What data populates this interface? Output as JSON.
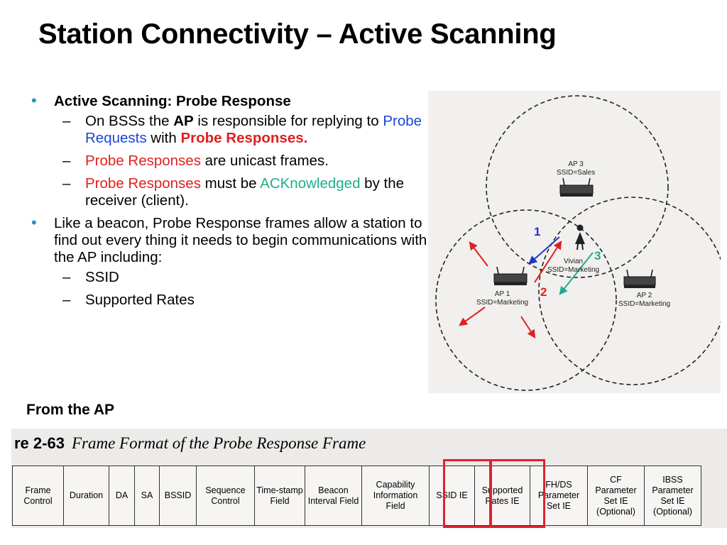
{
  "title": "Station Connectivity – Active Scanning",
  "bullets": {
    "b1": "Active Scanning: Probe Response",
    "s1": {
      "t1": "On BSSs the ",
      "t2": "AP",
      "t3": " is responsible for replying to ",
      "t4": "Probe Requests",
      "t5": " with ",
      "t6": "Probe Responses."
    },
    "s2": {
      "t1": "Probe Responses",
      "t2": " are unicast frames."
    },
    "s3": {
      "t1": "Probe Responses",
      "t2": " must be ",
      "t3": "ACKnowledged",
      "t4": " by the receiver (client)."
    },
    "b2": "Like a beacon, Probe Response frames allow a station to find out every thing it needs to begin communications with the AP including:",
    "s4": "SSID",
    "s5": "Supported Rates",
    "bullet_symbol": "•",
    "dash_symbol": "–"
  },
  "from_label": "From the AP",
  "diagram": {
    "ap3": {
      "name": "AP 3",
      "ssid": "SSID=Sales"
    },
    "ap1": {
      "name": "AP 1",
      "ssid": "SSID=Marketing"
    },
    "ap2": {
      "name": "AP 2",
      "ssid": "SSID=Marketing"
    },
    "station": {
      "name": "Vivian",
      "ssid": "SSID=Marketing"
    },
    "step1": "1",
    "step2": "2",
    "step3": "3",
    "colors": {
      "step1": "#2233cc",
      "step2": "#e02020",
      "step3": "#1fae8a"
    }
  },
  "figure": {
    "number": "re 2-63",
    "caption": "Frame Format of the Probe Response Frame",
    "columns": [
      "Frame Control",
      "Duration",
      "DA",
      "SA",
      "BSSID",
      "Sequence Control",
      "Time-stamp Field",
      "Beacon Interval Field",
      "Capability Information Field",
      "SSID IE",
      "Supported Rates IE",
      "FH/DS Parameter Set IE",
      "CF Parameter Set IE (Optional)",
      "IBSS Parameter Set IE (Optional)"
    ],
    "highlighted": [
      "SSID IE",
      "Supported Rates IE"
    ],
    "highlight_color": "#e0202f"
  }
}
